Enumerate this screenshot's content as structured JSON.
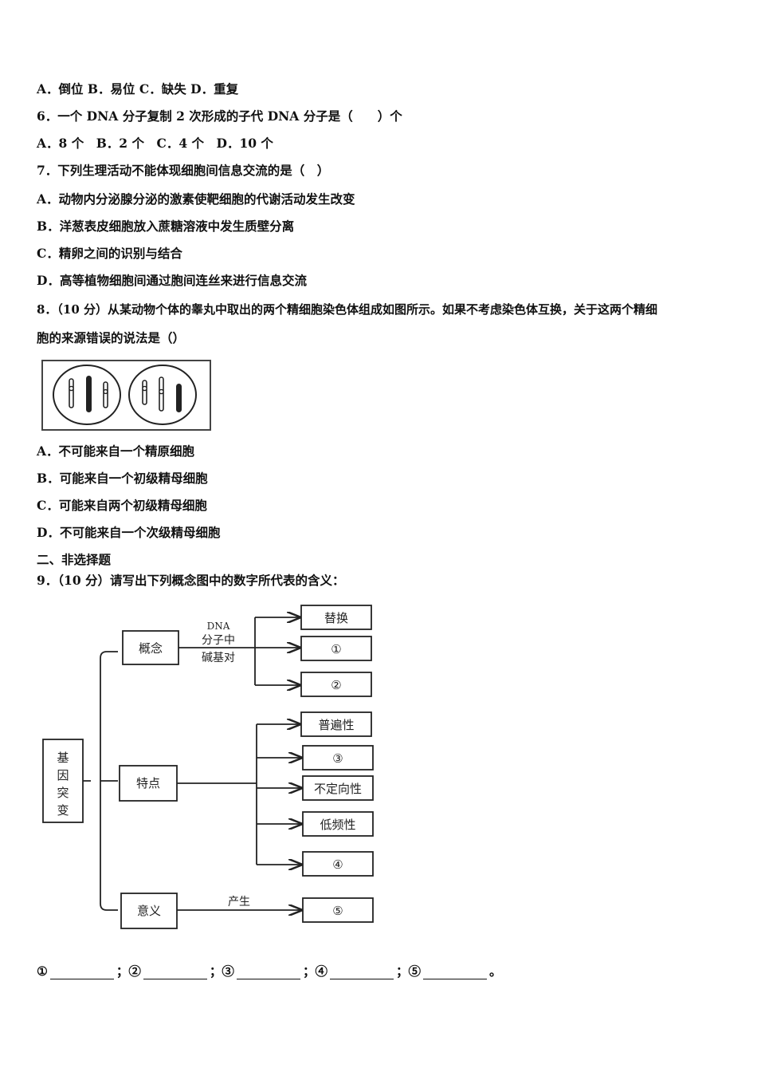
{
  "q5_options": "A．倒位 B．易位 C．缺失 D．重复",
  "q6": {
    "stem": "6．一个 DNA 分子复制 2 次形成的子代 DNA 分子是（　　）个",
    "options": "A．8 个　B．2 个　C．4 个　D．10 个"
  },
  "q7": {
    "stem": "7．下列生理活动不能体现细胞间信息交流的是（　）",
    "a": "A．动物内分泌腺分泌的激素使靶细胞的代谢活动发生改变",
    "b": "B．洋葱表皮细胞放入蔗糖溶液中发生质壁分离",
    "c": "C．精卵之间的识别与结合",
    "d": "D．高等植物细胞间通过胞间连丝来进行信息交流"
  },
  "q8": {
    "stem_line1": "8．（10 分）从某动物个体的睾丸中取出的两个精细胞染色体组成如图所示。如果不考虑染色体互换，关于这两个精细",
    "stem_line2": "胞的来源错误的说法是（）",
    "a": "A．不可能来自一个精原细胞",
    "b": "B．可能来自一个初级精母细胞",
    "c": "C．可能来自两个初级精母细胞",
    "d": "D．不可能来自一个次级精母细胞"
  },
  "section2": "二、非选择题",
  "q9": {
    "stem": "9．（10 分）请写出下列概念图中的数字所代表的含义：",
    "diagram": {
      "root": [
        "基",
        "因",
        "突",
        "变"
      ],
      "concept": "概念",
      "feature": "特点",
      "meaning": "意义",
      "arrow_label_lines": [
        "DNA",
        "分子中",
        "碱基对"
      ],
      "produce": "产生",
      "boxes": [
        "替换",
        "①",
        "②",
        "普遍性",
        "③",
        "不定向性",
        "低频性",
        "④",
        "⑤"
      ]
    },
    "answer_marks": [
      "①",
      "；②",
      "；③",
      "；④",
      "；⑤",
      "。"
    ]
  }
}
